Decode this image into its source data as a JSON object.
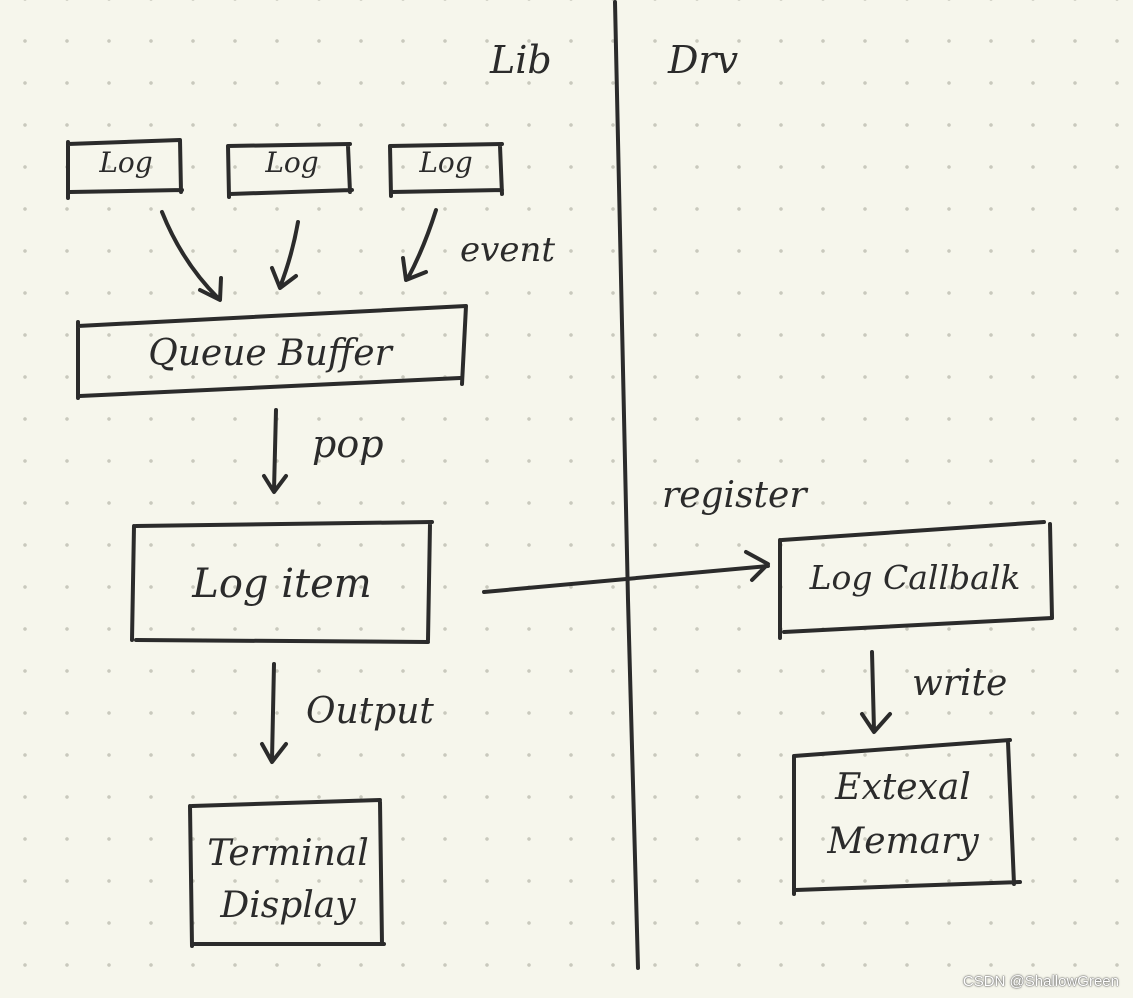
{
  "zones": {
    "left": "Lib",
    "right": "Drv"
  },
  "nodes": {
    "log1": "Log",
    "log2": "Log",
    "log3": "Log",
    "queue_buffer": "Queue Buffer",
    "log_item": "Log item",
    "terminal_display": [
      "Terminal",
      "Display"
    ],
    "log_callback": "Log Callbalk",
    "external_memory": [
      "Extexal",
      "Memary"
    ]
  },
  "edges": {
    "event": "event",
    "pop": "pop",
    "output": "Output",
    "register": "register",
    "write": "write"
  },
  "watermark": "CSDN @ShallowGreen"
}
